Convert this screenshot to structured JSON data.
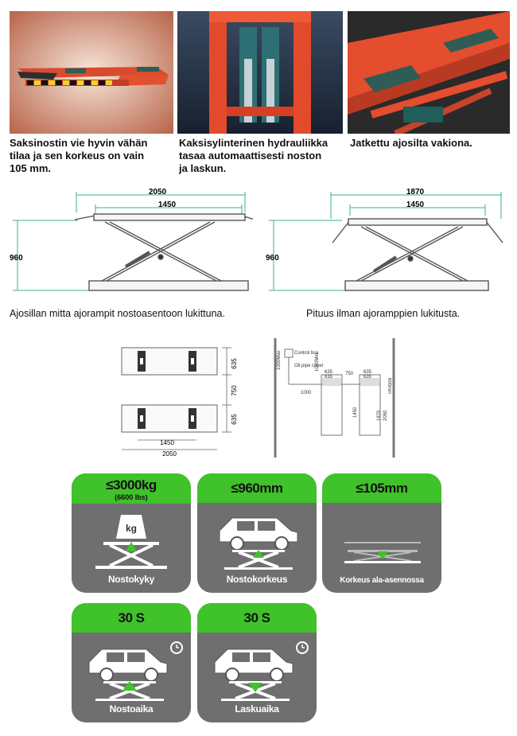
{
  "photos": [
    {
      "caption_lines": [
        "Saksinostin vie hyvin vähän",
        "tilaa ja sen korkeus on vain",
        "105 mm."
      ]
    },
    {
      "caption_lines": [
        "Kaksisylinterinen hydrauliikka",
        "tasaa automaattisesti noston",
        "ja laskun."
      ]
    },
    {
      "caption_lines": [
        "Jatkettu ajosilta vakiona."
      ]
    }
  ],
  "drawings": {
    "left": {
      "overall": "2050",
      "inner": "1450",
      "height": "960",
      "caption": "Ajosillan mitta ajorampit nostoasentoon lukittuna."
    },
    "right": {
      "overall": "1870",
      "inner": "1450",
      "height": "960",
      "caption": "Pituus ilman ajoramppien lukitusta."
    }
  },
  "plan": {
    "dim_635_top": "635",
    "dim_750": "750",
    "dim_635_bottom": "635",
    "dim_1450": "1450",
    "dim_2050": "2050"
  },
  "layout_plan": {
    "label_1000max": "1000Max",
    "label_control_box": "Control box",
    "label_oil_pipe": "Oil pipe cover",
    "label_1000min": "1000Min",
    "label_1000": "1000",
    "label_635a": "635",
    "label_635b": "635",
    "label_635c": "635",
    "label_635d": "635",
    "label_750": "750",
    "label_600mm": "600mm",
    "label_1450": "1450",
    "label_1870": "1870",
    "label_2050": "2050"
  },
  "badges": [
    {
      "value": "≤3000kg",
      "sub": "(6600 lbs)",
      "label": "Nostokyky",
      "icon": "weight-lift-icon"
    },
    {
      "value": "≤960mm",
      "sub": "",
      "label": "Nostokorkeus",
      "icon": "car-lift-icon"
    },
    {
      "value": "≤105mm",
      "sub": "",
      "label": "Korkeus ala-asennossa",
      "icon": "low-height-icon"
    },
    {
      "value": "30 S",
      "sub": "",
      "label": "Nostoaika",
      "icon": "lift-up-timer-icon"
    },
    {
      "value": "30 S",
      "sub": "",
      "label": "Laskuaika",
      "icon": "lift-down-timer-icon"
    }
  ],
  "colors": {
    "accent_green": "#3fc22a",
    "lift_red": "#e8452c",
    "badge_gray": "#6f6f6f"
  }
}
